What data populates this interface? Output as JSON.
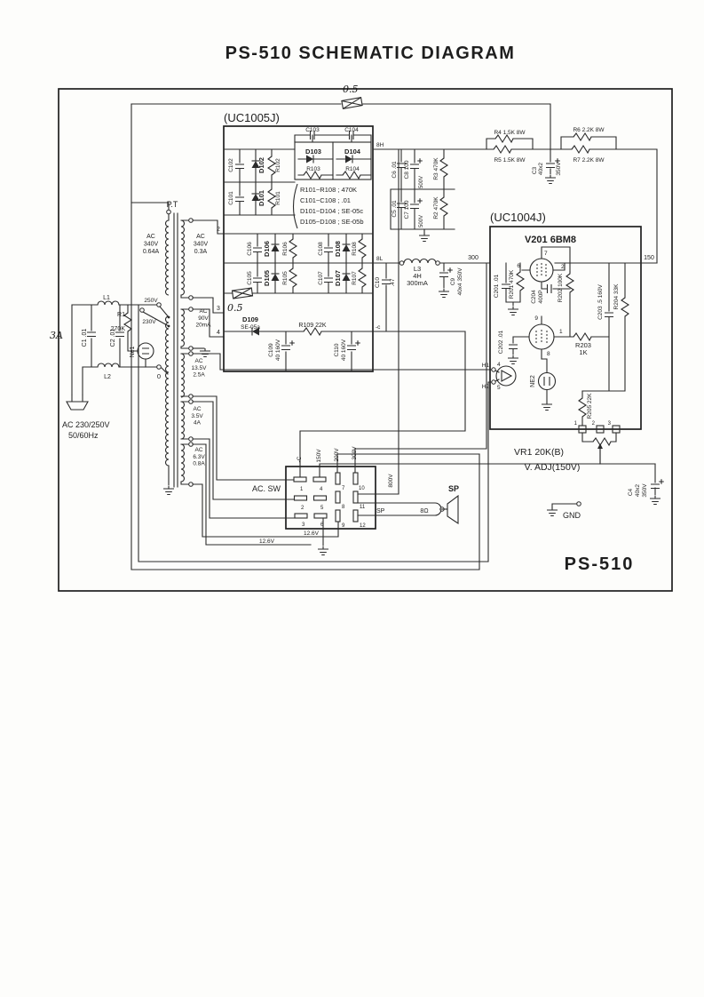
{
  "title": "PS-510 SCHEMATIC DIAGRAM",
  "model_label": "PS-510",
  "handwriting": {
    "fuse_top": "0.5",
    "fuse_mid": "0.5",
    "input_mark": "3A"
  },
  "ac_input": {
    "voltage": "AC 230/250V",
    "frequency": "50/60Hz",
    "l1": "L1",
    "l2": "L2",
    "c1": "C1 .01",
    "c2": "C2 .01",
    "r1": "R1",
    "r1_value": "270K",
    "ne1": "Ne1",
    "zero_tap": "0",
    "tap_250": "250V",
    "tap_230": "230V"
  },
  "transformer": {
    "name": "P.T",
    "w_340_064": "AC\n340V\n0.64A",
    "w_340_03": "AC\n340V\n0.3A",
    "w_90": "AC\n90V\n20mA",
    "w_135": "AC\n13.5V\n2.5A",
    "w_35": "AC\n3.5V\n4A",
    "w_63": "AC\n6.3V\n0.8A",
    "pin2": "2",
    "pin3": "3",
    "pin4": "4"
  },
  "uc1005j": {
    "name": "(UC1005J)",
    "c101": "C101",
    "c102": "C102",
    "c103": "C103",
    "c104": "C104",
    "c105": "C105",
    "c106": "C106",
    "c107": "C107",
    "c108": "C108",
    "d101": "D101",
    "d102": "D102",
    "d103": "D103",
    "d104": "D104",
    "d105": "D105",
    "d106": "D106",
    "d107": "D107",
    "d108": "D108",
    "r101": "R101",
    "r102": "R102",
    "r103": "R103",
    "r104": "R104",
    "r105": "R105",
    "r106": "R106",
    "r107": "R107",
    "r108": "R108",
    "note_r": "R101~R108 ; 470K",
    "note_c": "C101~C108 ; .01",
    "note_d1": "D101~D104 ; SE-05c",
    "note_d2": "D105~D108 ; SE-05b",
    "d109": "D109",
    "d109_type": "SE-05a",
    "r109": "R109 22K",
    "c109": "C109",
    "c109_value": "40 160V",
    "c110": "C110",
    "c110_value": "40 160V",
    "net_8h": "8H",
    "net_8l": "8L",
    "net_minus_c": "-c"
  },
  "droppers": {
    "r4": "R4 1.5K 8W",
    "r5": "R5 1.5K 8W",
    "r6": "R6 2.2K 8W",
    "r7": "R7 2.2K 8W",
    "c3": "C3",
    "c3_value": "40x2",
    "c3_voltage": "350V"
  },
  "filter": {
    "c5": "C5 .01",
    "c6": "C6 .01",
    "c7": "C7 100",
    "c7_voltage": "500V",
    "c8": "C8 100",
    "c8_voltage": "500V",
    "r2": "R2 470K",
    "r3": "R3 470K"
  },
  "choke": {
    "l3": "L3",
    "inductance": "4H",
    "current": "300mA",
    "c9": "C9",
    "c9_value": "40x4 350V",
    "c10": "C10",
    "c10_value": ".47",
    "net_300": "300"
  },
  "uc1004j": {
    "name": "(UC1004J)",
    "tube": "V201 6BM8",
    "c201": "C201 .01",
    "r201": "R201 470K",
    "c204": "C204",
    "c204_value": "400P",
    "r202": "R202 100K",
    "c202": "C202 .01",
    "c203": "C203 .5 160V",
    "r203": "R203",
    "r203_value": "1K",
    "r204": "R204 33K",
    "r205": "R205 22K",
    "ne2": "NE2",
    "pin6": "6",
    "pin7": "7",
    "pin2": "2",
    "pin9": "9",
    "pin1": "1",
    "pin8": "8",
    "pin4": "4",
    "pin5": "5",
    "h1": "H1",
    "h2": "H2",
    "net_150": "150",
    "bpin1": "1",
    "bpin2": "2",
    "bpin3": "3",
    "vr1": "VR1  20K(B)",
    "vadj": "V. ADJ(150V)"
  },
  "ac_switch": {
    "name": "AC. SW",
    "p1": "1",
    "p2": "2",
    "p3": "3",
    "p4": "4",
    "p5": "5",
    "p6": "6",
    "p7": "7",
    "p8": "8",
    "p9": "9",
    "p10": "10",
    "p11": "11",
    "p12": "12",
    "net_c": "-C",
    "net_150": "150V",
    "net_200": "200V",
    "net_300": "300V",
    "net_800": "800V",
    "v126_a": "12.6V",
    "v126_b": "12.6V"
  },
  "speaker": {
    "title": "SP",
    "net": "SP",
    "impedance": "8Ω"
  },
  "ground_label": "GND",
  "c4": {
    "name": "C4",
    "value": "40x2",
    "voltage": "350V"
  }
}
